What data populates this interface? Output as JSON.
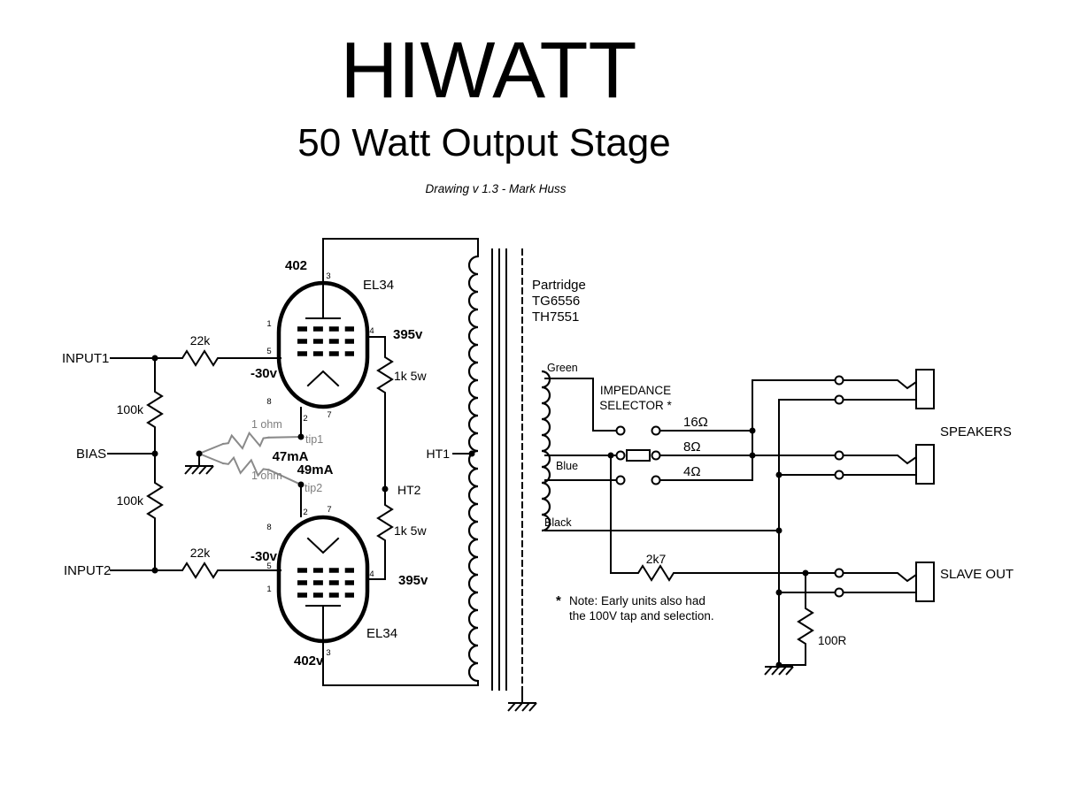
{
  "header": {
    "title": "HIWATT",
    "subtitle": "50 Watt Output Stage",
    "credit": "Drawing v 1.3 - Mark Huss"
  },
  "labels": {
    "input1": "INPUT1",
    "bias": "BIAS",
    "input2": "INPUT2",
    "r_in1": "22k",
    "r_in2": "22k",
    "r_bias1": "100k",
    "r_bias2": "100k",
    "r_cat1": "1 ohm",
    "r_cat2": "1 ohm",
    "r_scr1": "1k 5w",
    "r_scr2": "1k 5w",
    "r_slave": "2k7",
    "r_shunt": "100R",
    "v_plate1": "402",
    "v_plate2": "402v",
    "v_scr1": "395v",
    "v_scr2": "395v",
    "v_grid1": "-30v",
    "v_grid2": "-30v",
    "i_cat1": "47mA",
    "i_cat2": "49mA",
    "tip1": "tip1",
    "tip2": "tip2",
    "ht1": "HT1",
    "ht2": "HT2",
    "tube1": "EL34",
    "tube2": "EL34"
  },
  "tube1_pins": [
    "3",
    "1",
    "5",
    "4",
    "8",
    "2",
    "7"
  ],
  "tube2_pins": [
    "8",
    "5",
    "1",
    "4",
    "7",
    "2",
    "3"
  ],
  "transformer": {
    "brand": "Partridge",
    "model1": "TG6556",
    "model2": "TH7551",
    "wire_green": "Green",
    "wire_blue": "Blue",
    "wire_black": "Black"
  },
  "selector": {
    "line1": "IMPEDANCE",
    "line2": "SELECTOR *",
    "tap16": "16Ω",
    "tap8": "8Ω",
    "tap4": "4Ω"
  },
  "outputs": {
    "speakers": "SPEAKERS",
    "slave": "SLAVE OUT"
  },
  "note": {
    "star": "*",
    "line1": "Note: Early units also had",
    "line2": "the 100V tap and selection."
  }
}
